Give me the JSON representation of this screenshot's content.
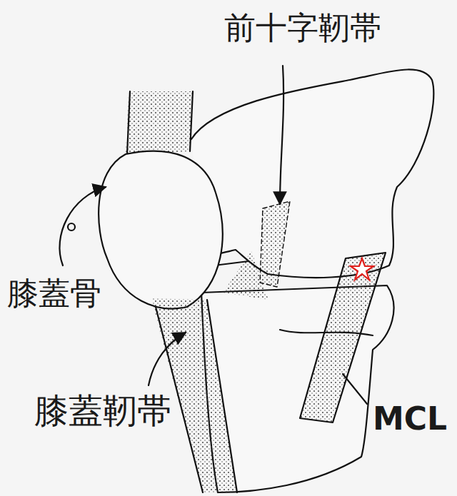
{
  "diagram": {
    "labels": [
      "前十字靭帯",
      "膝蓋骨",
      "膝蓋靭帯",
      "MCL"
    ]
  }
}
